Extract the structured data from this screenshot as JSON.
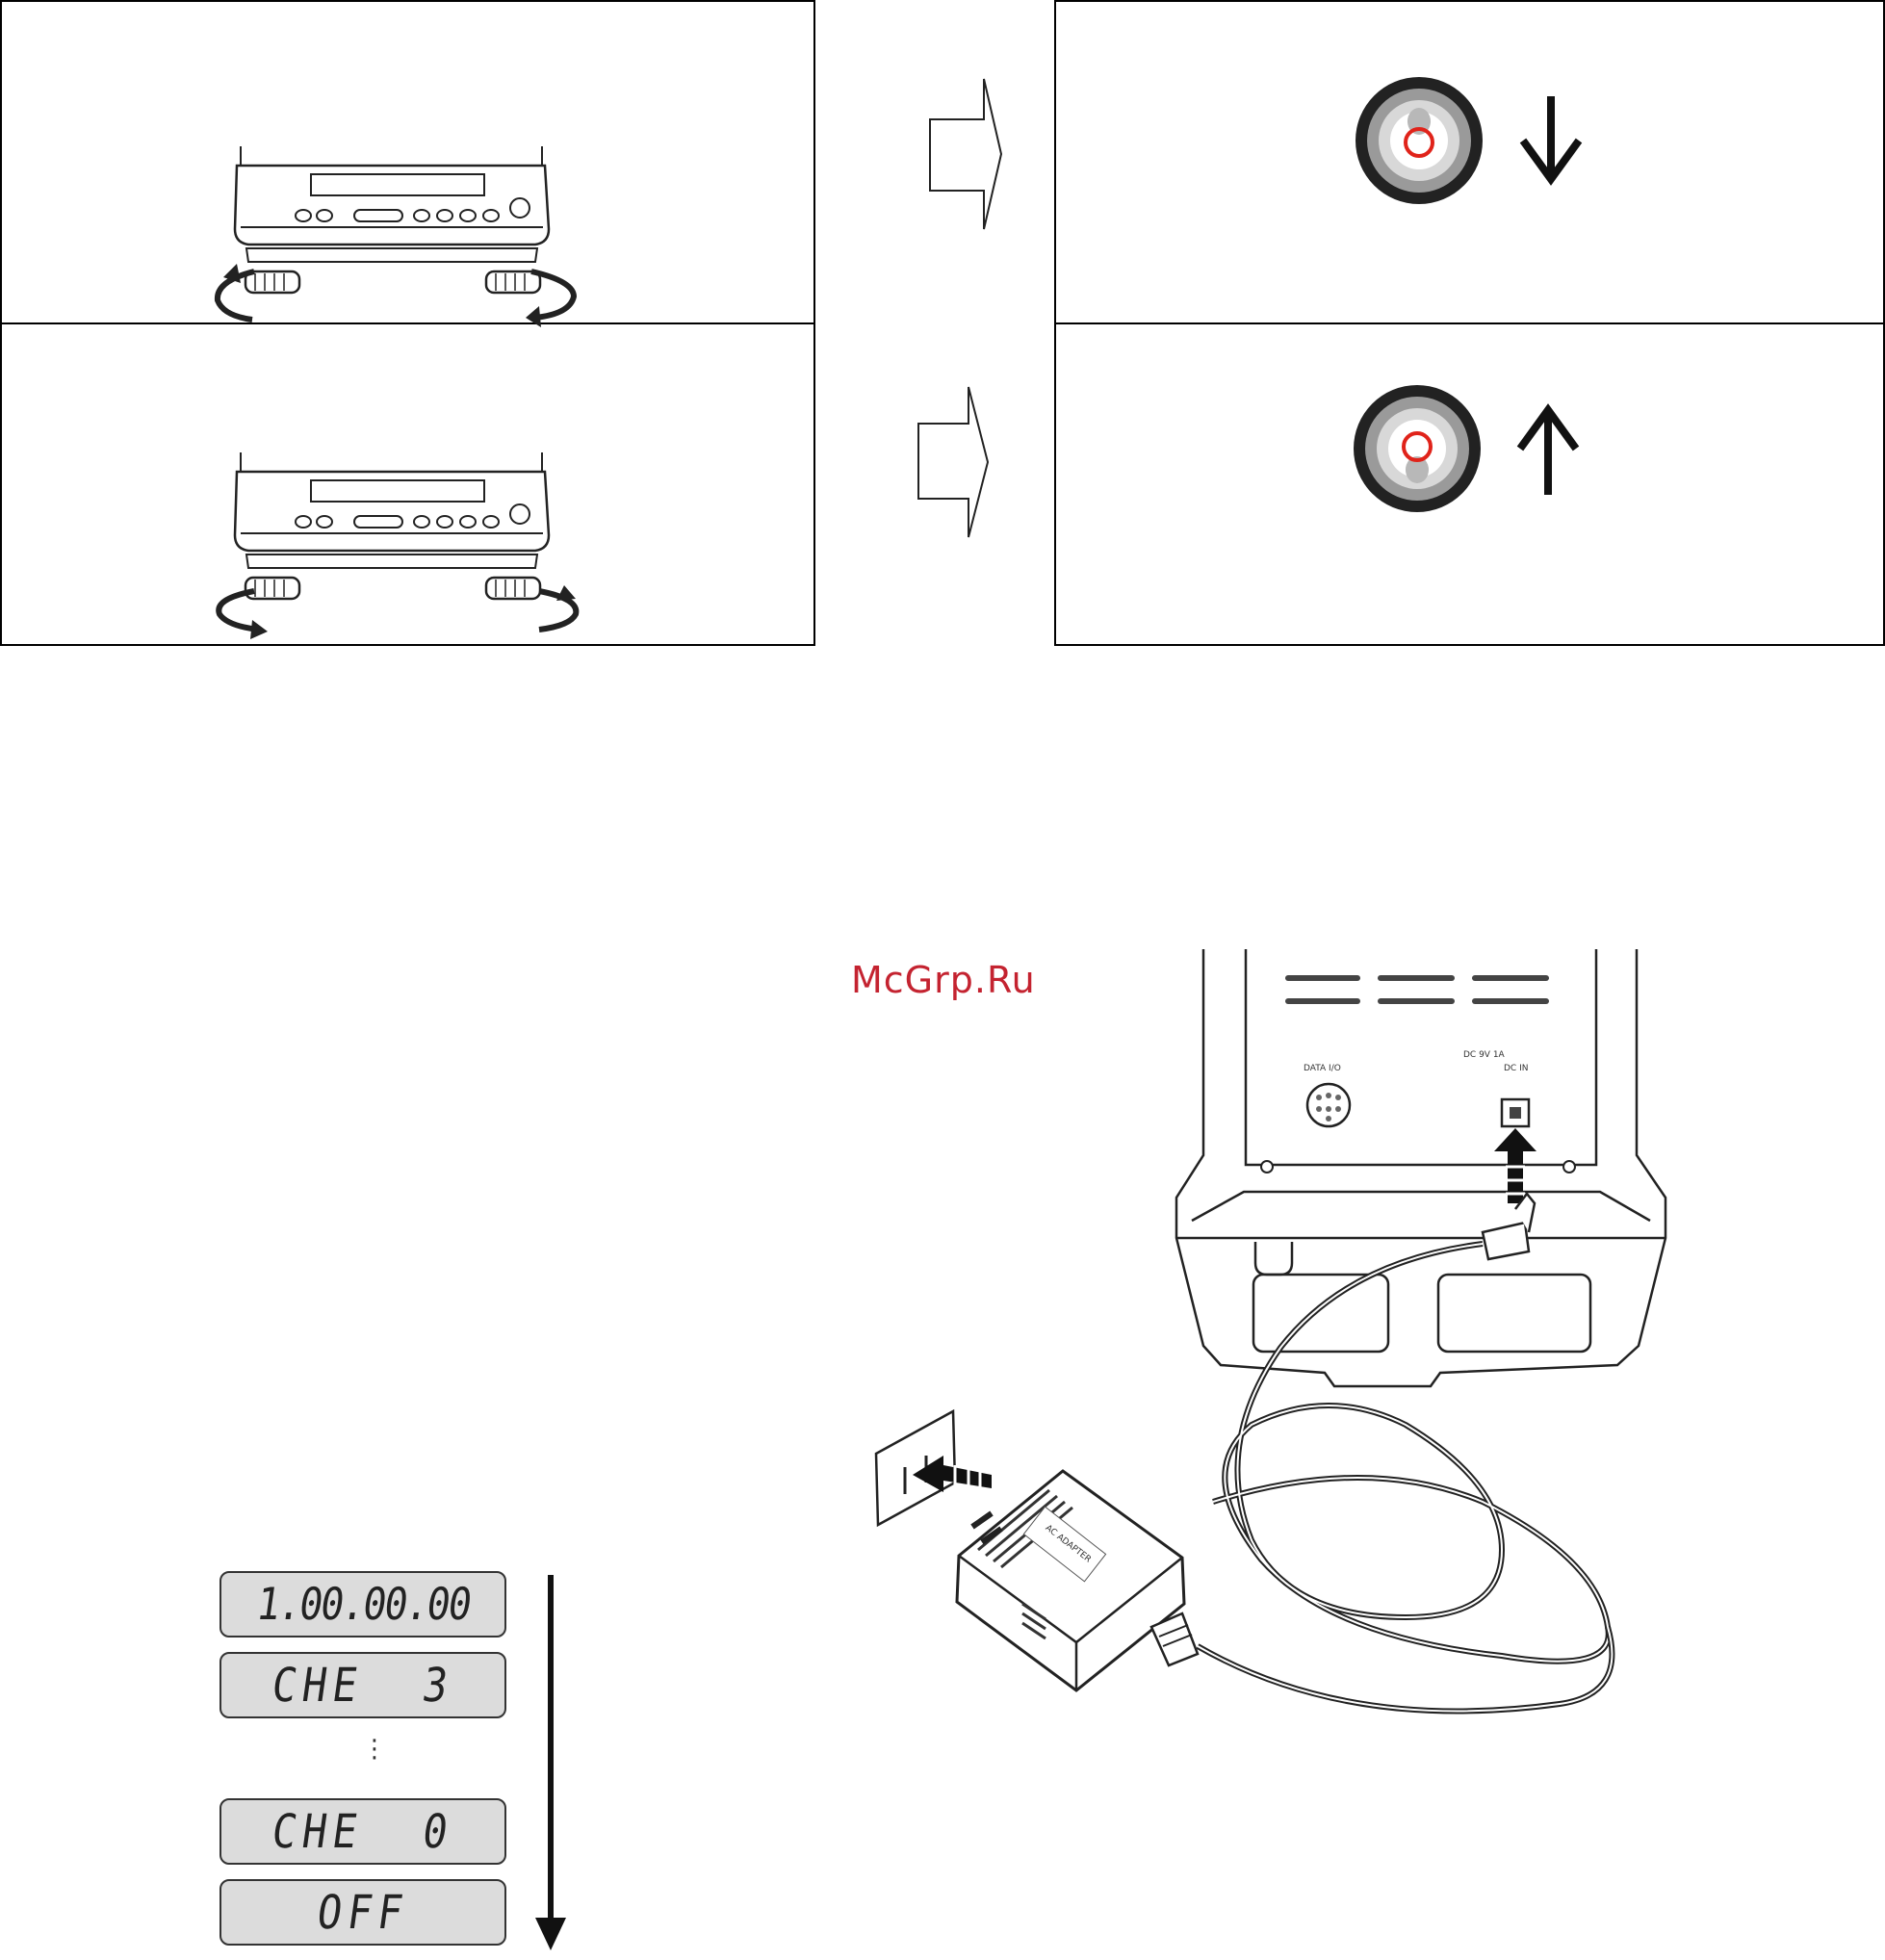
{
  "watermark": "McGrp.Ru",
  "leveling": {
    "top_left_icon": "scale-feet-turn-clockwise",
    "bottom_left_icon": "scale-feet-turn-counterclockwise",
    "top_right_icon": "bubble-move-down",
    "bottom_right_icon": "bubble-move-up"
  },
  "back_panel": {
    "data_port_label": "DATA I/O",
    "dc_in_label": "DC IN",
    "dc_in_rating": "DC 9V 1A",
    "adapter_label": "AC ADAPTER"
  },
  "display_sequence": {
    "readings": [
      "1.00.00.00",
      "CHE  3",
      "CHE  0",
      "OFF"
    ],
    "ellipsis": "⋮"
  },
  "colors": {
    "watermark": "#c42330",
    "bubble_ring": "#e0231a",
    "lcd_background": "#dcdcdc"
  }
}
